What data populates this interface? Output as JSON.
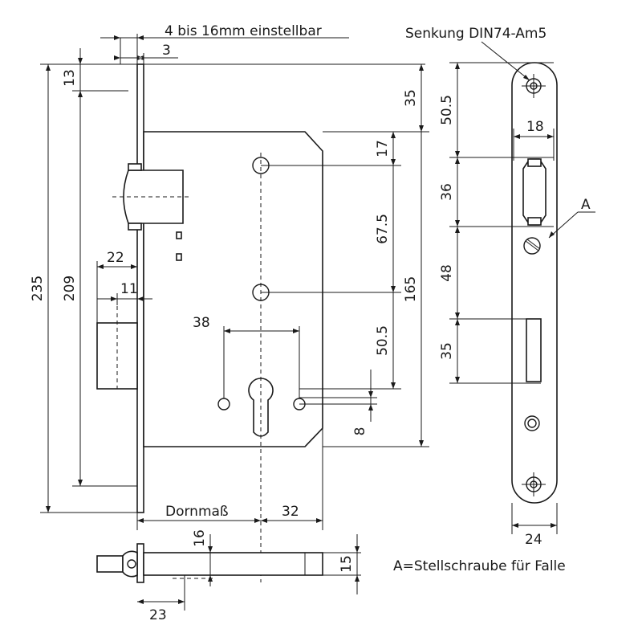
{
  "notes": {
    "adjustable": "4 bis 16mm einstellbar",
    "countersink": "Senkung DIN74-Am5",
    "marker_a": "A",
    "legend_a": "A=Stellschraube für Falle"
  },
  "dims": {
    "front_thickness": "3",
    "top_13": "13",
    "top_35": "35",
    "d17": "17",
    "d67_5": "67.5",
    "d165": "165",
    "d50_5_main": "50.5",
    "d8": "8",
    "d235": "235",
    "d209": "209",
    "d22": "22",
    "d11": "11",
    "d38": "38",
    "dornmass": "Dornmaß",
    "d32": "32",
    "d16": "16",
    "d15": "15",
    "d23": "23",
    "side_50_5": "50.5",
    "side_18": "18",
    "side_36": "36",
    "side_48": "48",
    "side_35": "35",
    "side_24": "24"
  }
}
